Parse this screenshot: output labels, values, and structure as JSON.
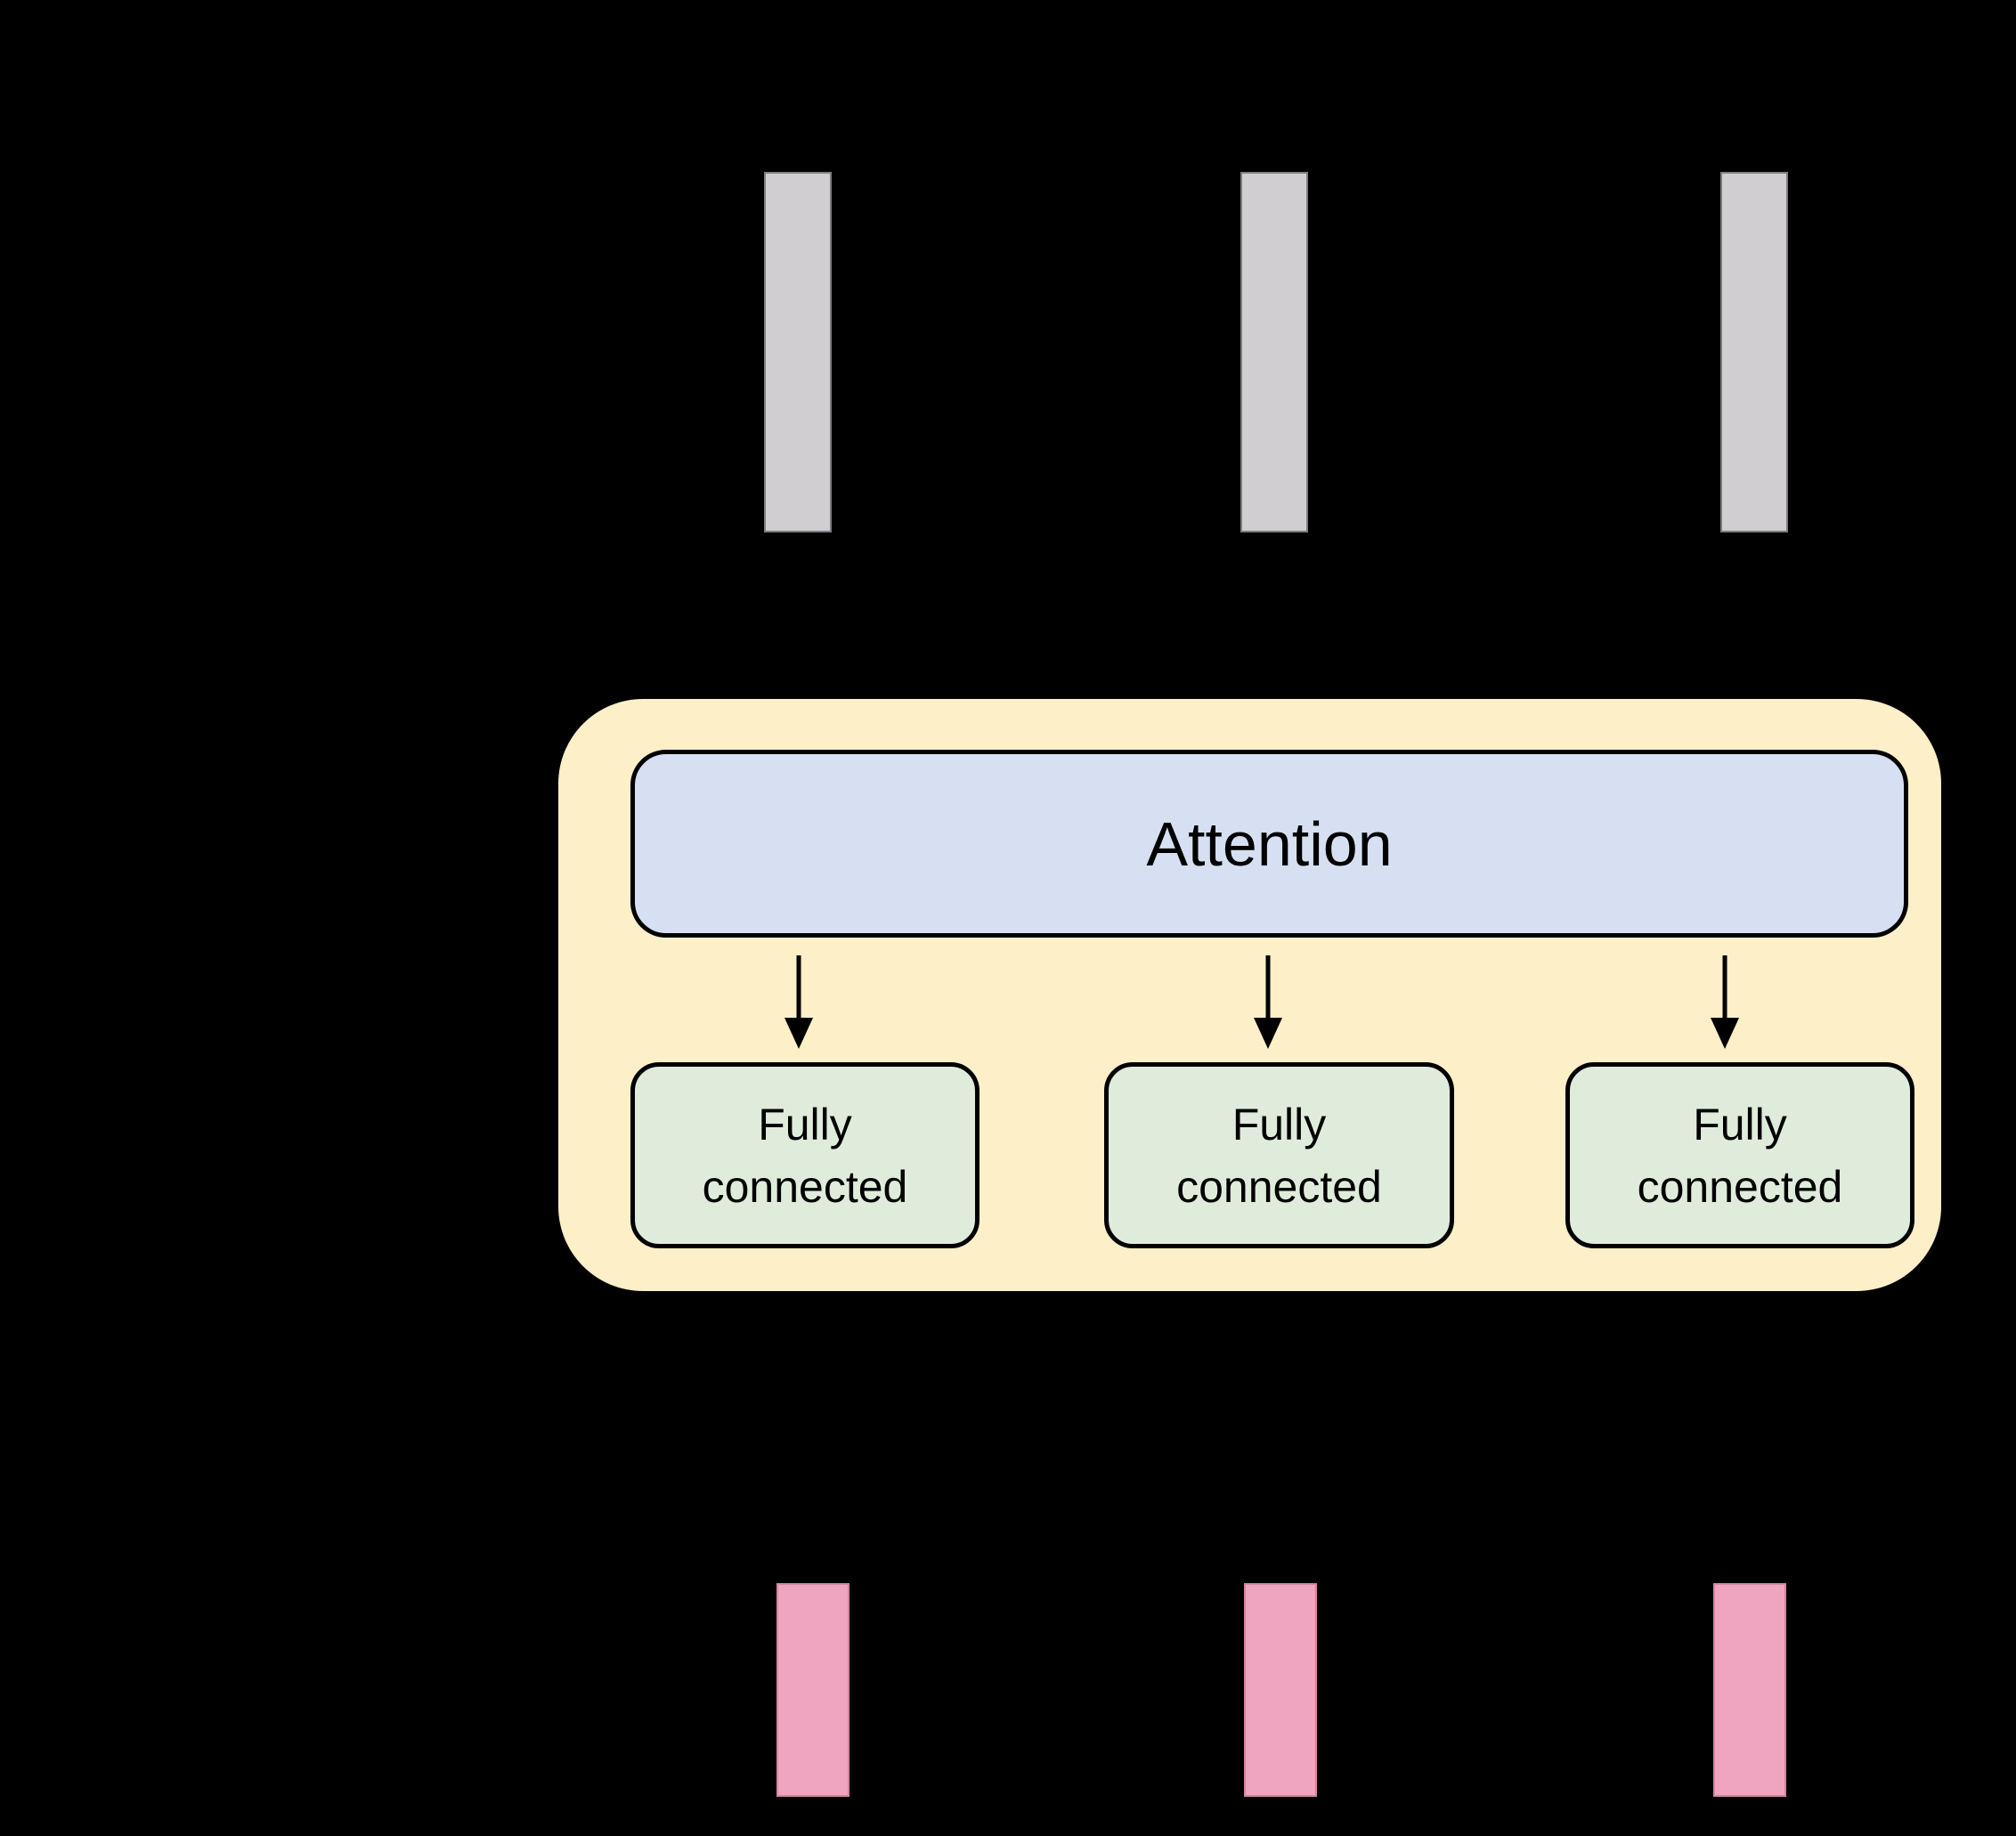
{
  "diagram": {
    "description": "Transformer block diagram: three gray input vector bars feed a yellow block containing an Attention layer whose outputs pass through three Fully connected layers, producing three pink output vector bars",
    "block": {
      "attention_label": "Attention",
      "fully_connected_boxes": [
        {
          "label": "Fully\nconnected"
        },
        {
          "label": "Fully\nconnected"
        },
        {
          "label": "Fully\nconnected"
        }
      ],
      "arrow_icon_count": 3,
      "arrow_icon_glyph": "↓"
    },
    "input_bars": {
      "count": 3
    },
    "output_bars": {
      "count": 3
    }
  },
  "colors": {
    "background": "#000000",
    "input_bar_fill": "#D0CED0",
    "input_bar_border": "#7E7C80",
    "block_background": "#FDEFC8",
    "attention_fill": "#D7E0F2",
    "fully_connected_fill": "#DFECDC",
    "box_border": "#000000",
    "output_bar_fill": "#EFA5BF",
    "output_bar_border": "#D087A2",
    "arrow": "#000000",
    "text": "#000000"
  }
}
